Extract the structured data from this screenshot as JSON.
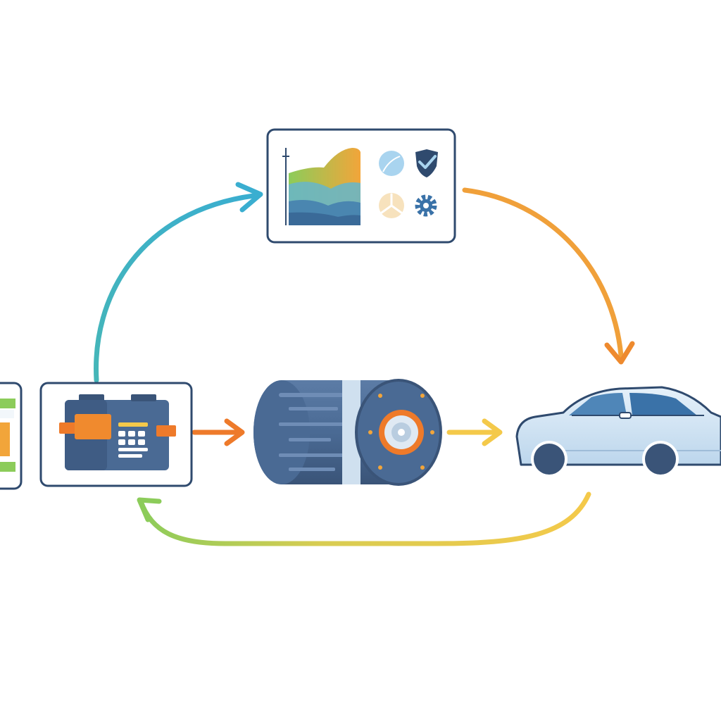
{
  "diagram": {
    "nodes": [
      {
        "id": "partial-left-panel",
        "icon": "battery-module-icon"
      },
      {
        "id": "battery-controller-panel",
        "icon": "battery-controller-icon"
      },
      {
        "id": "electric-motor",
        "icon": "motor-cylinder-icon"
      },
      {
        "id": "electric-car",
        "icon": "car-icon"
      },
      {
        "id": "analytics-dashboard-panel",
        "icons": [
          "area-chart-icon",
          "leaf-icon",
          "shield-check-icon",
          "turbine-icon",
          "gear-icon"
        ]
      }
    ],
    "edges": [
      {
        "from": "battery-controller-panel",
        "to": "electric-motor",
        "style": "straight"
      },
      {
        "from": "electric-motor",
        "to": "electric-car",
        "style": "straight"
      },
      {
        "from": "electric-car",
        "to": "battery-controller-panel",
        "style": "curved"
      },
      {
        "from": "battery-controller-panel",
        "to": "analytics-dashboard-panel",
        "style": "curved"
      },
      {
        "from": "analytics-dashboard-panel",
        "to": "electric-car",
        "style": "curved"
      }
    ],
    "colors": {
      "outline": "#2f4a6e",
      "blue": "#3aaed0",
      "orange": "#ee7a2a",
      "amber": "#f2a53a",
      "yellow": "#f4c94a",
      "green": "#8ccc5a",
      "steel": "#4a6a94",
      "car_body": "#cfe3f3"
    }
  }
}
